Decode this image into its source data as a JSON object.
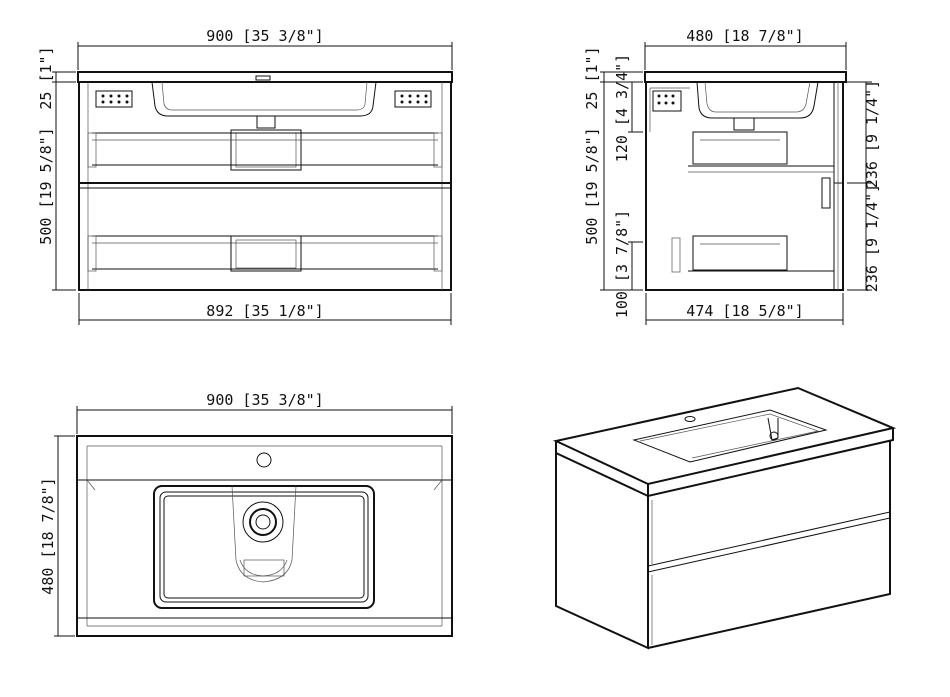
{
  "front_view": {
    "top_width": "900 [35 3/8\"]",
    "bottom_width": "892 [35 1/8\"]",
    "top_thickness": "25 [1\"]",
    "body_height": "500 [19 5/8\"]"
  },
  "side_view": {
    "top_depth": "480 [18 7/8\"]",
    "bottom_depth": "474 [18 5/8\"]",
    "top_thickness": "25 [1\"]",
    "body_height": "500 [19 5/8\"]",
    "basin_depth": "120 [4 3/4\"]",
    "toe_height": "100 [3 7/8\"]",
    "drawer_upper": "236 [9 1/4\"]",
    "drawer_lower": "236 [9 1/4\"]"
  },
  "top_view": {
    "width": "900 [35 3/8\"]",
    "depth": "480 [18 7/8\"]"
  }
}
